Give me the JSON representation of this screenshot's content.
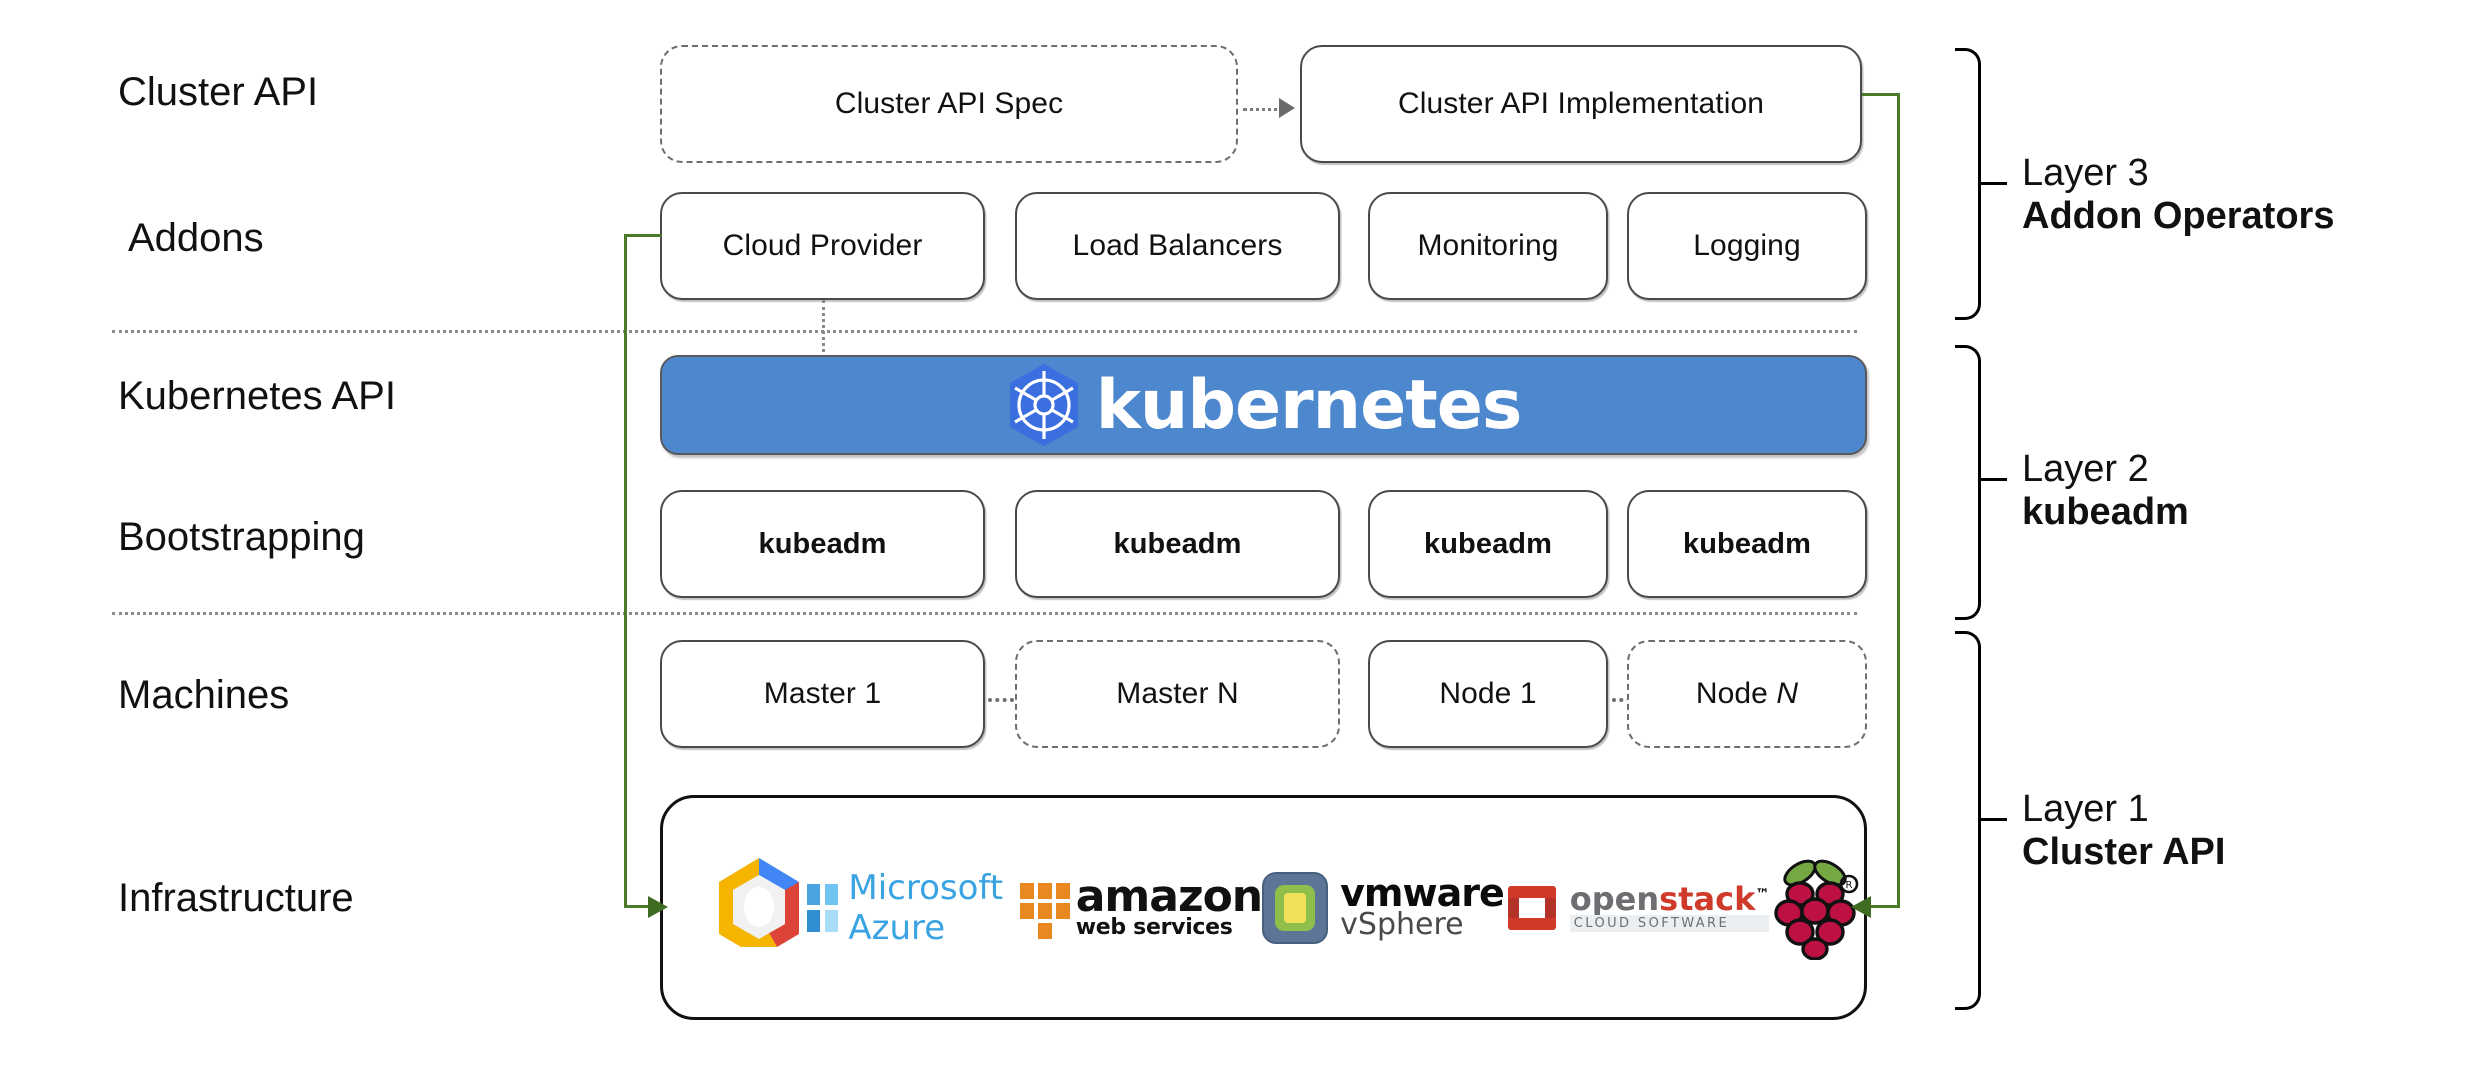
{
  "diagram": {
    "title": "Kubernetes Cluster API layered architecture",
    "accent_green": "#4b7a2a",
    "k8s_blue": "#4d87ce",
    "box_border": "#4a4a4a"
  },
  "row_labels": [
    {
      "id": "cluster-api",
      "text": "Cluster API"
    },
    {
      "id": "addons",
      "text": "Addons"
    },
    {
      "id": "kubernetes-api",
      "text": "Kubernetes API"
    },
    {
      "id": "bootstrapping",
      "text": "Bootstrapping"
    },
    {
      "id": "machines",
      "text": "Machines"
    },
    {
      "id": "infrastructure",
      "text": "Infrastructure"
    }
  ],
  "cluster_api_row": {
    "spec": "Cluster API Spec",
    "implementation": "Cluster API Implementation"
  },
  "addons_row": [
    "Cloud Provider",
    "Load Balancers",
    "Monitoring",
    "Logging"
  ],
  "kubernetes_banner": {
    "wordmark": "kubernetes",
    "logo_name": "kubernetes-helm-wheel-logo"
  },
  "bootstrapping_row": [
    "kubeadm",
    "kubeadm",
    "kubeadm",
    "kubeadm"
  ],
  "machines_row": [
    {
      "label": "Master 1",
      "style": "solid",
      "italic_suffix": ""
    },
    {
      "label": "Master N",
      "style": "dashed",
      "italic_suffix": ""
    },
    {
      "label": "Node 1",
      "style": "solid",
      "italic_suffix": ""
    },
    {
      "label": "Node ",
      "style": "dashed",
      "italic_suffix": "N"
    }
  ],
  "infrastructure_row": {
    "providers": [
      {
        "id": "google-cloud",
        "name": "Google Cloud Platform"
      },
      {
        "id": "microsoft-azure",
        "name": "Microsoft Azure"
      },
      {
        "id": "amazon-web-services",
        "name": "amazon",
        "sub": "web services"
      },
      {
        "id": "vmware-vsphere",
        "name": "vmware",
        "sub": "vSphere"
      },
      {
        "id": "openstack",
        "name_gray": "open",
        "name_red": "stack",
        "tm": "™",
        "sub": "CLOUD SOFTWARE"
      },
      {
        "id": "raspberry-pi",
        "name": "Raspberry Pi"
      }
    ]
  },
  "layers": [
    {
      "id": "layer-3",
      "number": "Layer 3",
      "name": "Addon Operators"
    },
    {
      "id": "layer-2",
      "number": "Layer 2",
      "name": "kubeadm"
    },
    {
      "id": "layer-1",
      "number": "Layer 1",
      "name": "Cluster API"
    }
  ]
}
